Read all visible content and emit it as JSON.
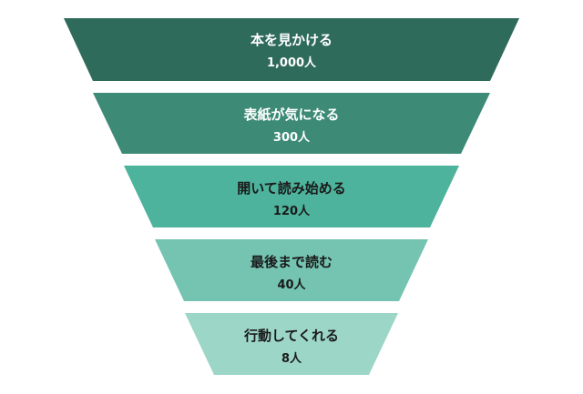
{
  "funnel": {
    "stages": [
      {
        "label": "本を見かける",
        "value": "1,000人",
        "color": "#2e6b5a",
        "text_color": "#ffffff"
      },
      {
        "label": "表紙が気になる",
        "value": "300人",
        "color": "#3d8b76",
        "text_color": "#ffffff"
      },
      {
        "label": "開いて読み始める",
        "value": "120人",
        "color": "#4db39c",
        "text_color": "#1a1a1a"
      },
      {
        "label": "最後まで読む",
        "value": "40人",
        "color": "#74c4b1",
        "text_color": "#1a1a1a"
      },
      {
        "label": "行動してくれる",
        "value": "8人",
        "color": "#9cd6c6",
        "text_color": "#1a1a1a"
      }
    ]
  }
}
